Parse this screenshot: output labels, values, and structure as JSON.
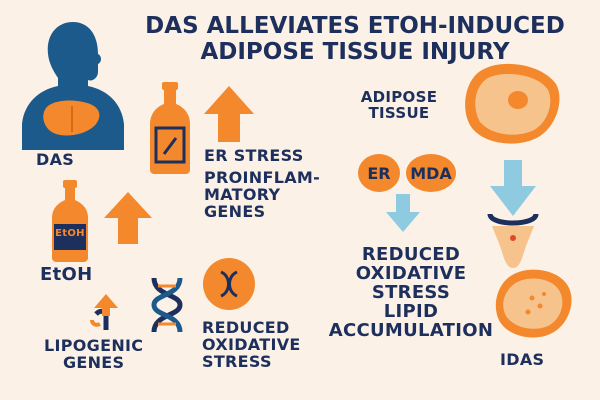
{
  "title_line1": "DAS ALLEVIATES ETOH-INDUCED",
  "title_line2": "ADIPOSE TISSUE INJURY",
  "left": {
    "das_label": "DAS",
    "etoh_label": "EtOH",
    "etoh_bottle_label": "EtOH",
    "lipogenic_line1": "LIPOGENIC",
    "lipogenic_line2": "GENES"
  },
  "middle": {
    "er_stress": "ER STRESS",
    "proinflam_line1": "PROINFLAM-",
    "proinflam_line2": "MATORY",
    "proinflam_line3": "GENES",
    "reduced_line1": "REDUCED",
    "reduced_line2": "OXIDATIVE",
    "reduced_line3": "STRESS"
  },
  "right": {
    "adipose_line1": "ADIPOSE",
    "adipose_line2": "TISSUE",
    "er_badge": "ER",
    "mda_badge": "MDA",
    "outcome_line1": "REDUCED",
    "outcome_line2": "OXIDATIVE",
    "outcome_line3": "STRESS",
    "outcome_line4": "LIPID",
    "outcome_line5": "ACCUMULATION",
    "das_bottom": "IDAS"
  },
  "colors": {
    "navy": "#1d2f5c",
    "orange": "#f4882c",
    "peach": "#f6c38d",
    "light_blue": "#8fcbe0",
    "background": "#fbf1e6"
  }
}
